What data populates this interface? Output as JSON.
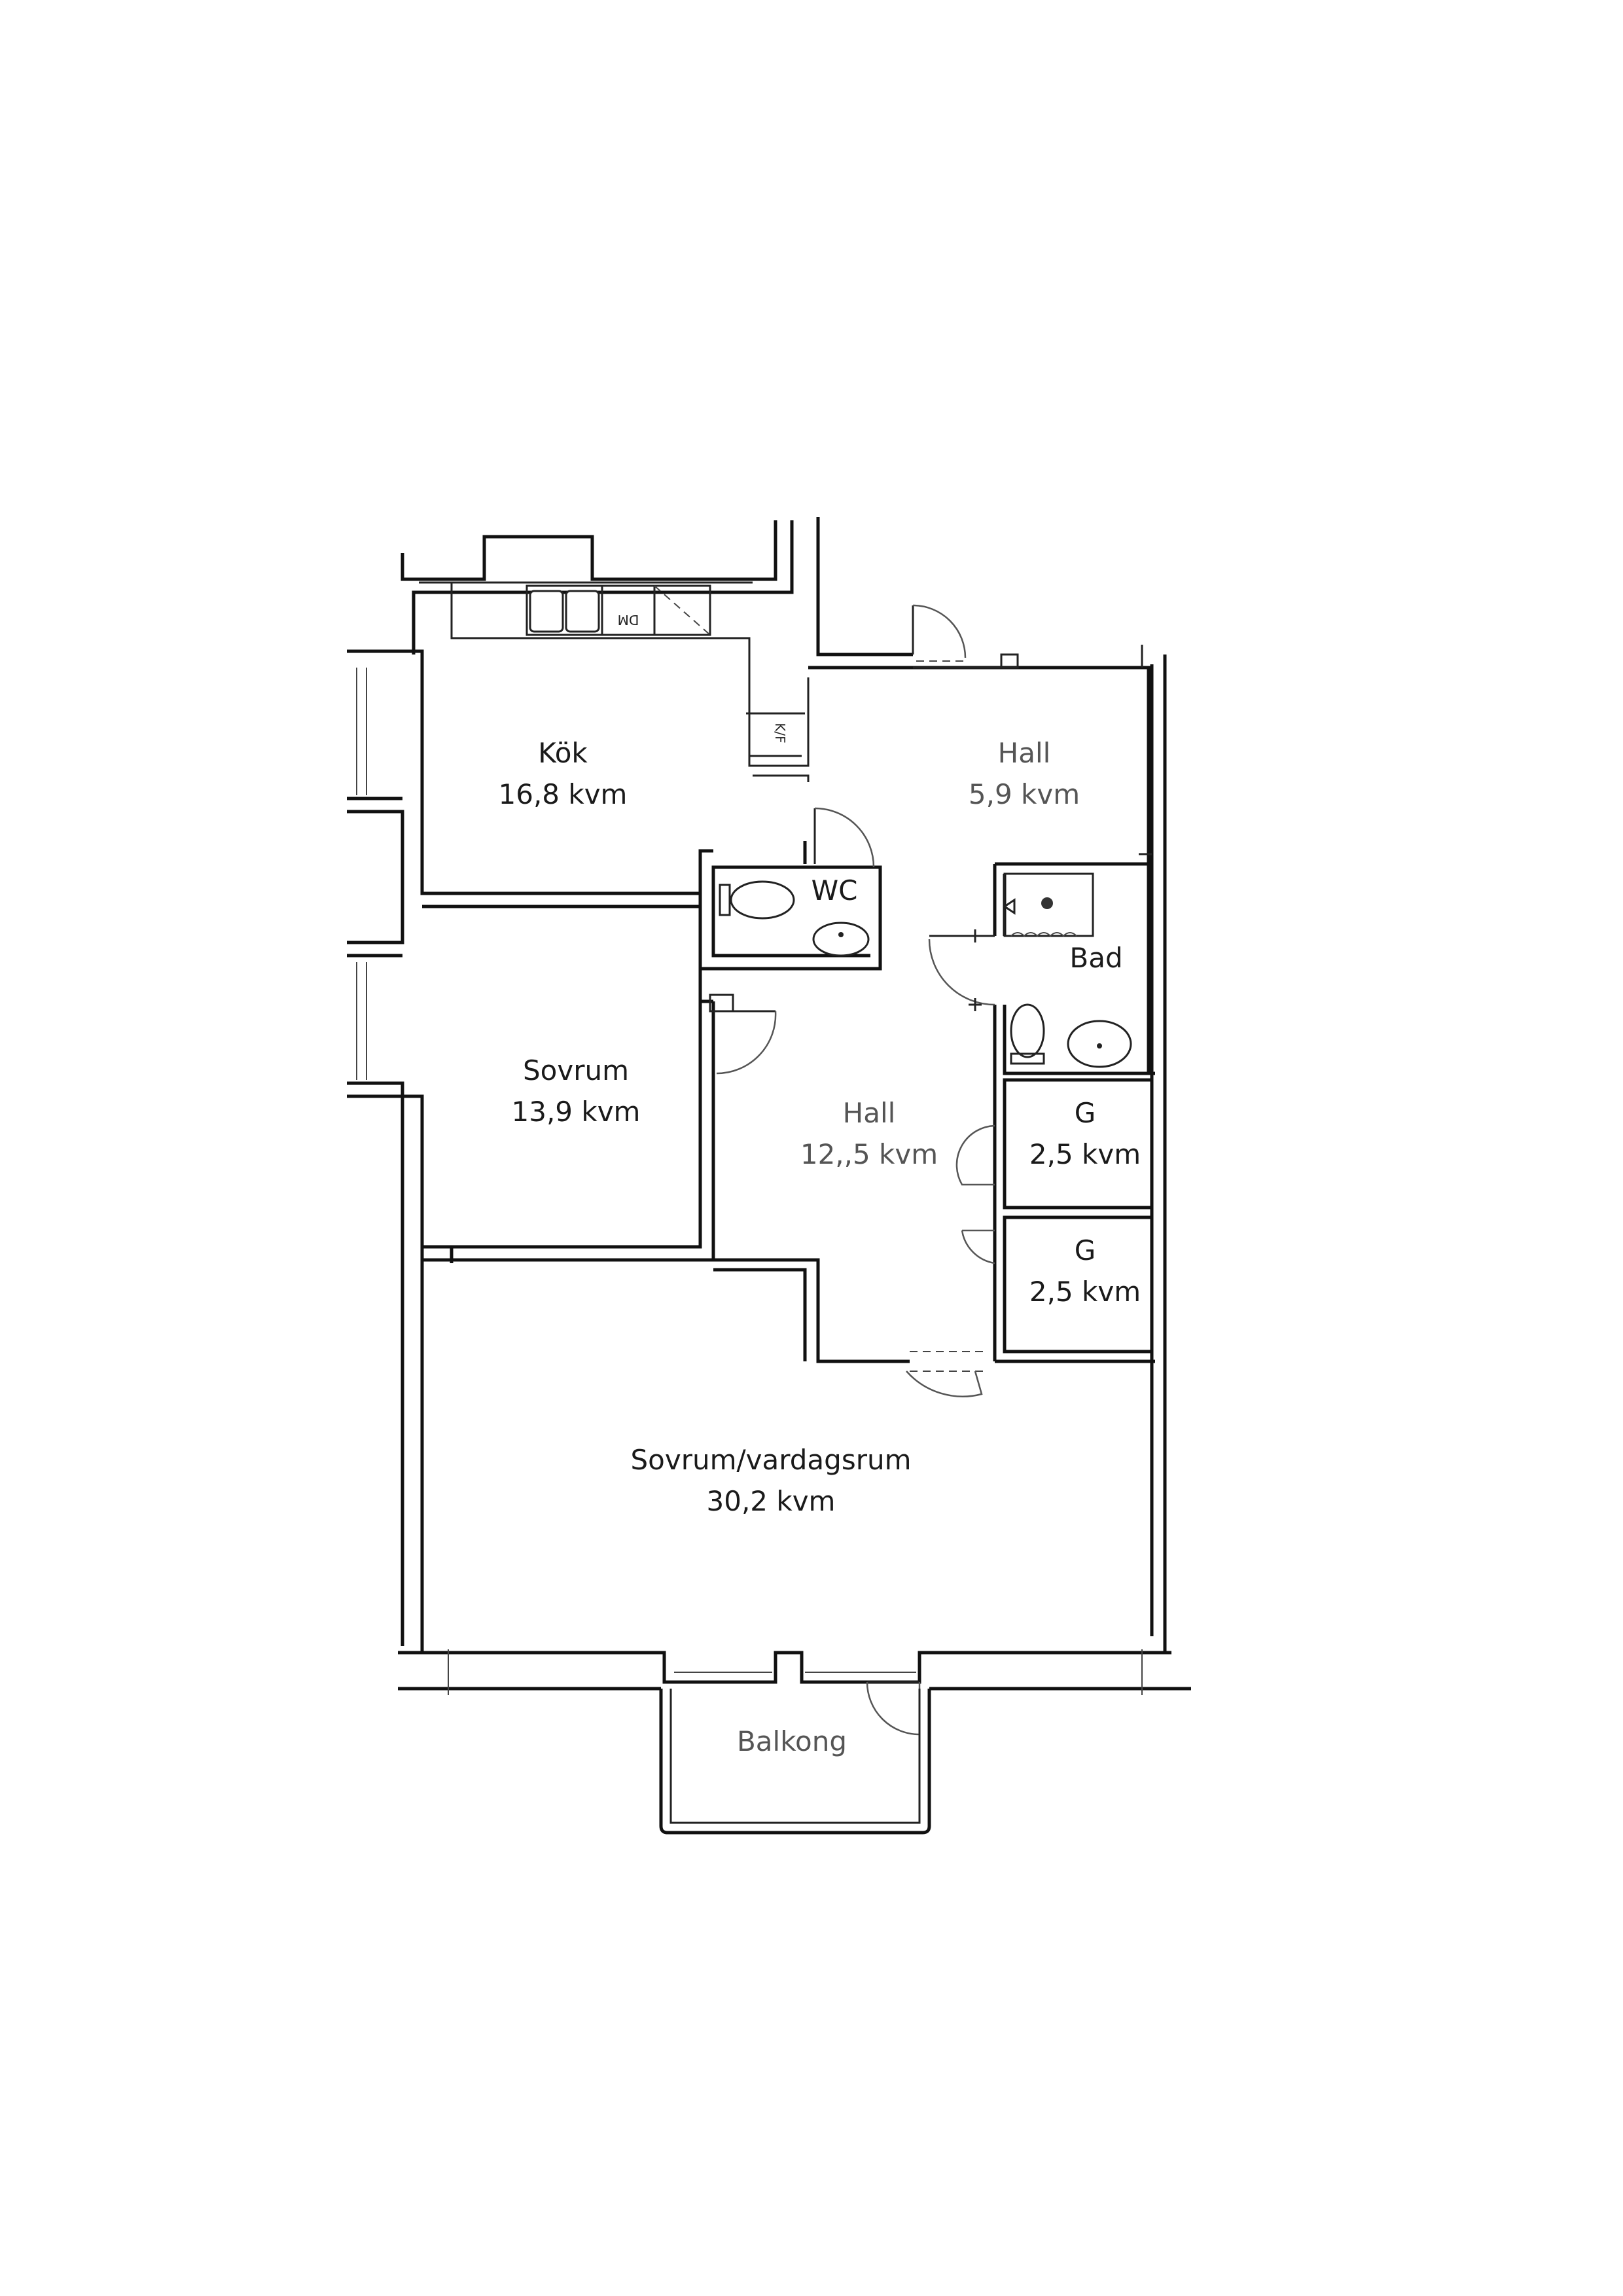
{
  "rooms": {
    "kok": {
      "name": "Kök",
      "area": "16,8 kvm"
    },
    "hall_top": {
      "name": "Hall",
      "area": "5,9 kvm"
    },
    "wc": {
      "name": "WC"
    },
    "bad": {
      "name": "Bad"
    },
    "sovrum": {
      "name": "Sovrum",
      "area": "13,9 kvm"
    },
    "hall_mid": {
      "name": "Hall",
      "area": "12,,5 kvm"
    },
    "g1": {
      "name": "G",
      "area": "2,5 kvm"
    },
    "g2": {
      "name": "G",
      "area": "2,5 kvm"
    },
    "sovrum_vardagsrum": {
      "name": "Sovrum/vardagsrum",
      "area": "30,2 kvm"
    },
    "balkong": {
      "name": "Balkong"
    }
  },
  "appliances": {
    "dishwasher": "DM",
    "fridge_freezer": "K/F"
  }
}
